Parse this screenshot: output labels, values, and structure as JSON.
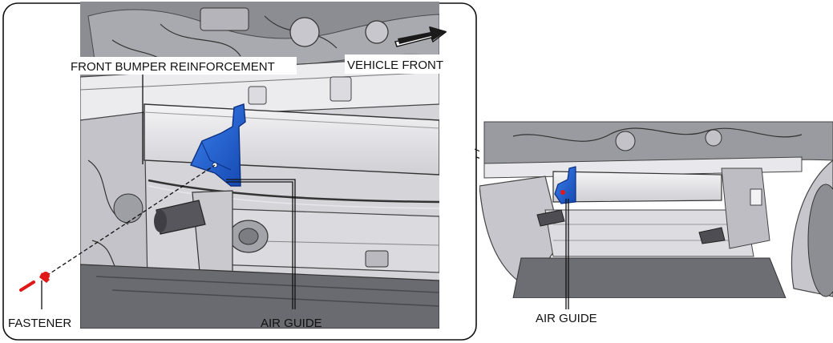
{
  "colors": {
    "part_blue": "#1f63d6",
    "part_blue_dark": "#0f3f9a",
    "fastener_red": "#e01818",
    "metal_light": "#e9e9ec",
    "metal_mid": "#b9b9bf",
    "metal_dark": "#5d5d63",
    "line": "#111111"
  },
  "main_view": {
    "labels": {
      "front_bumper_reinforcement": "FRONT BUMPER REINFORCEMENT",
      "vehicle_front": "VEHICLE FRONT",
      "air_guide": "AIR GUIDE",
      "fastener": "FASTENER"
    },
    "icons": [
      "vehicle-front-arrow-icon",
      "fastener-clip-icon"
    ]
  },
  "overview": {
    "labels": {
      "air_guide": "AIR GUIDE"
    }
  }
}
